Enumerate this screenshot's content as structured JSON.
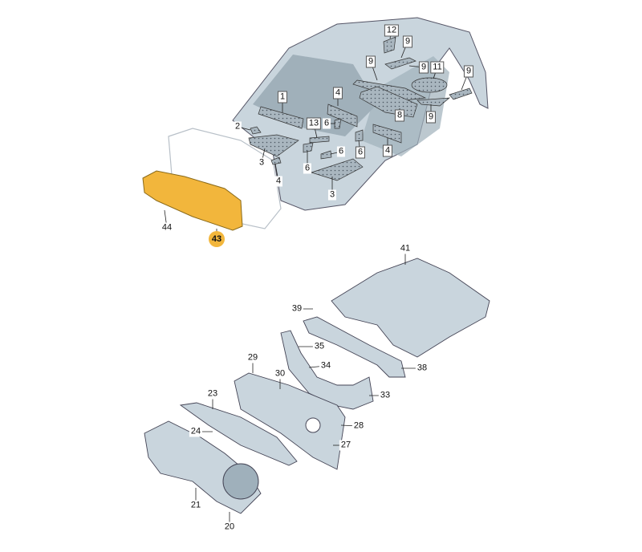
{
  "diagram": {
    "highlight_color": "#f2b63c",
    "body_color": "#c9d5dd",
    "part_color": "#a9b6bf",
    "labels": [
      {
        "text": "12"
      },
      {
        "text": "9"
      },
      {
        "text": "9"
      },
      {
        "text": "9"
      },
      {
        "text": "11"
      },
      {
        "text": "9"
      },
      {
        "text": "9"
      },
      {
        "text": "1"
      },
      {
        "text": "4"
      },
      {
        "text": "8"
      },
      {
        "text": "2"
      },
      {
        "text": "13"
      },
      {
        "text": "6"
      },
      {
        "text": "6"
      },
      {
        "text": "4"
      },
      {
        "text": "3"
      },
      {
        "text": "6"
      },
      {
        "text": "6"
      },
      {
        "text": "4"
      },
      {
        "text": "3"
      },
      {
        "text": "44"
      },
      {
        "text": "43"
      },
      {
        "text": "41"
      },
      {
        "text": "39"
      },
      {
        "text": "35"
      },
      {
        "text": "38"
      },
      {
        "text": "29"
      },
      {
        "text": "30"
      },
      {
        "text": "34"
      },
      {
        "text": "33"
      },
      {
        "text": "23"
      },
      {
        "text": "28"
      },
      {
        "text": "24"
      },
      {
        "text": "27"
      },
      {
        "text": "21"
      },
      {
        "text": "20"
      }
    ]
  }
}
